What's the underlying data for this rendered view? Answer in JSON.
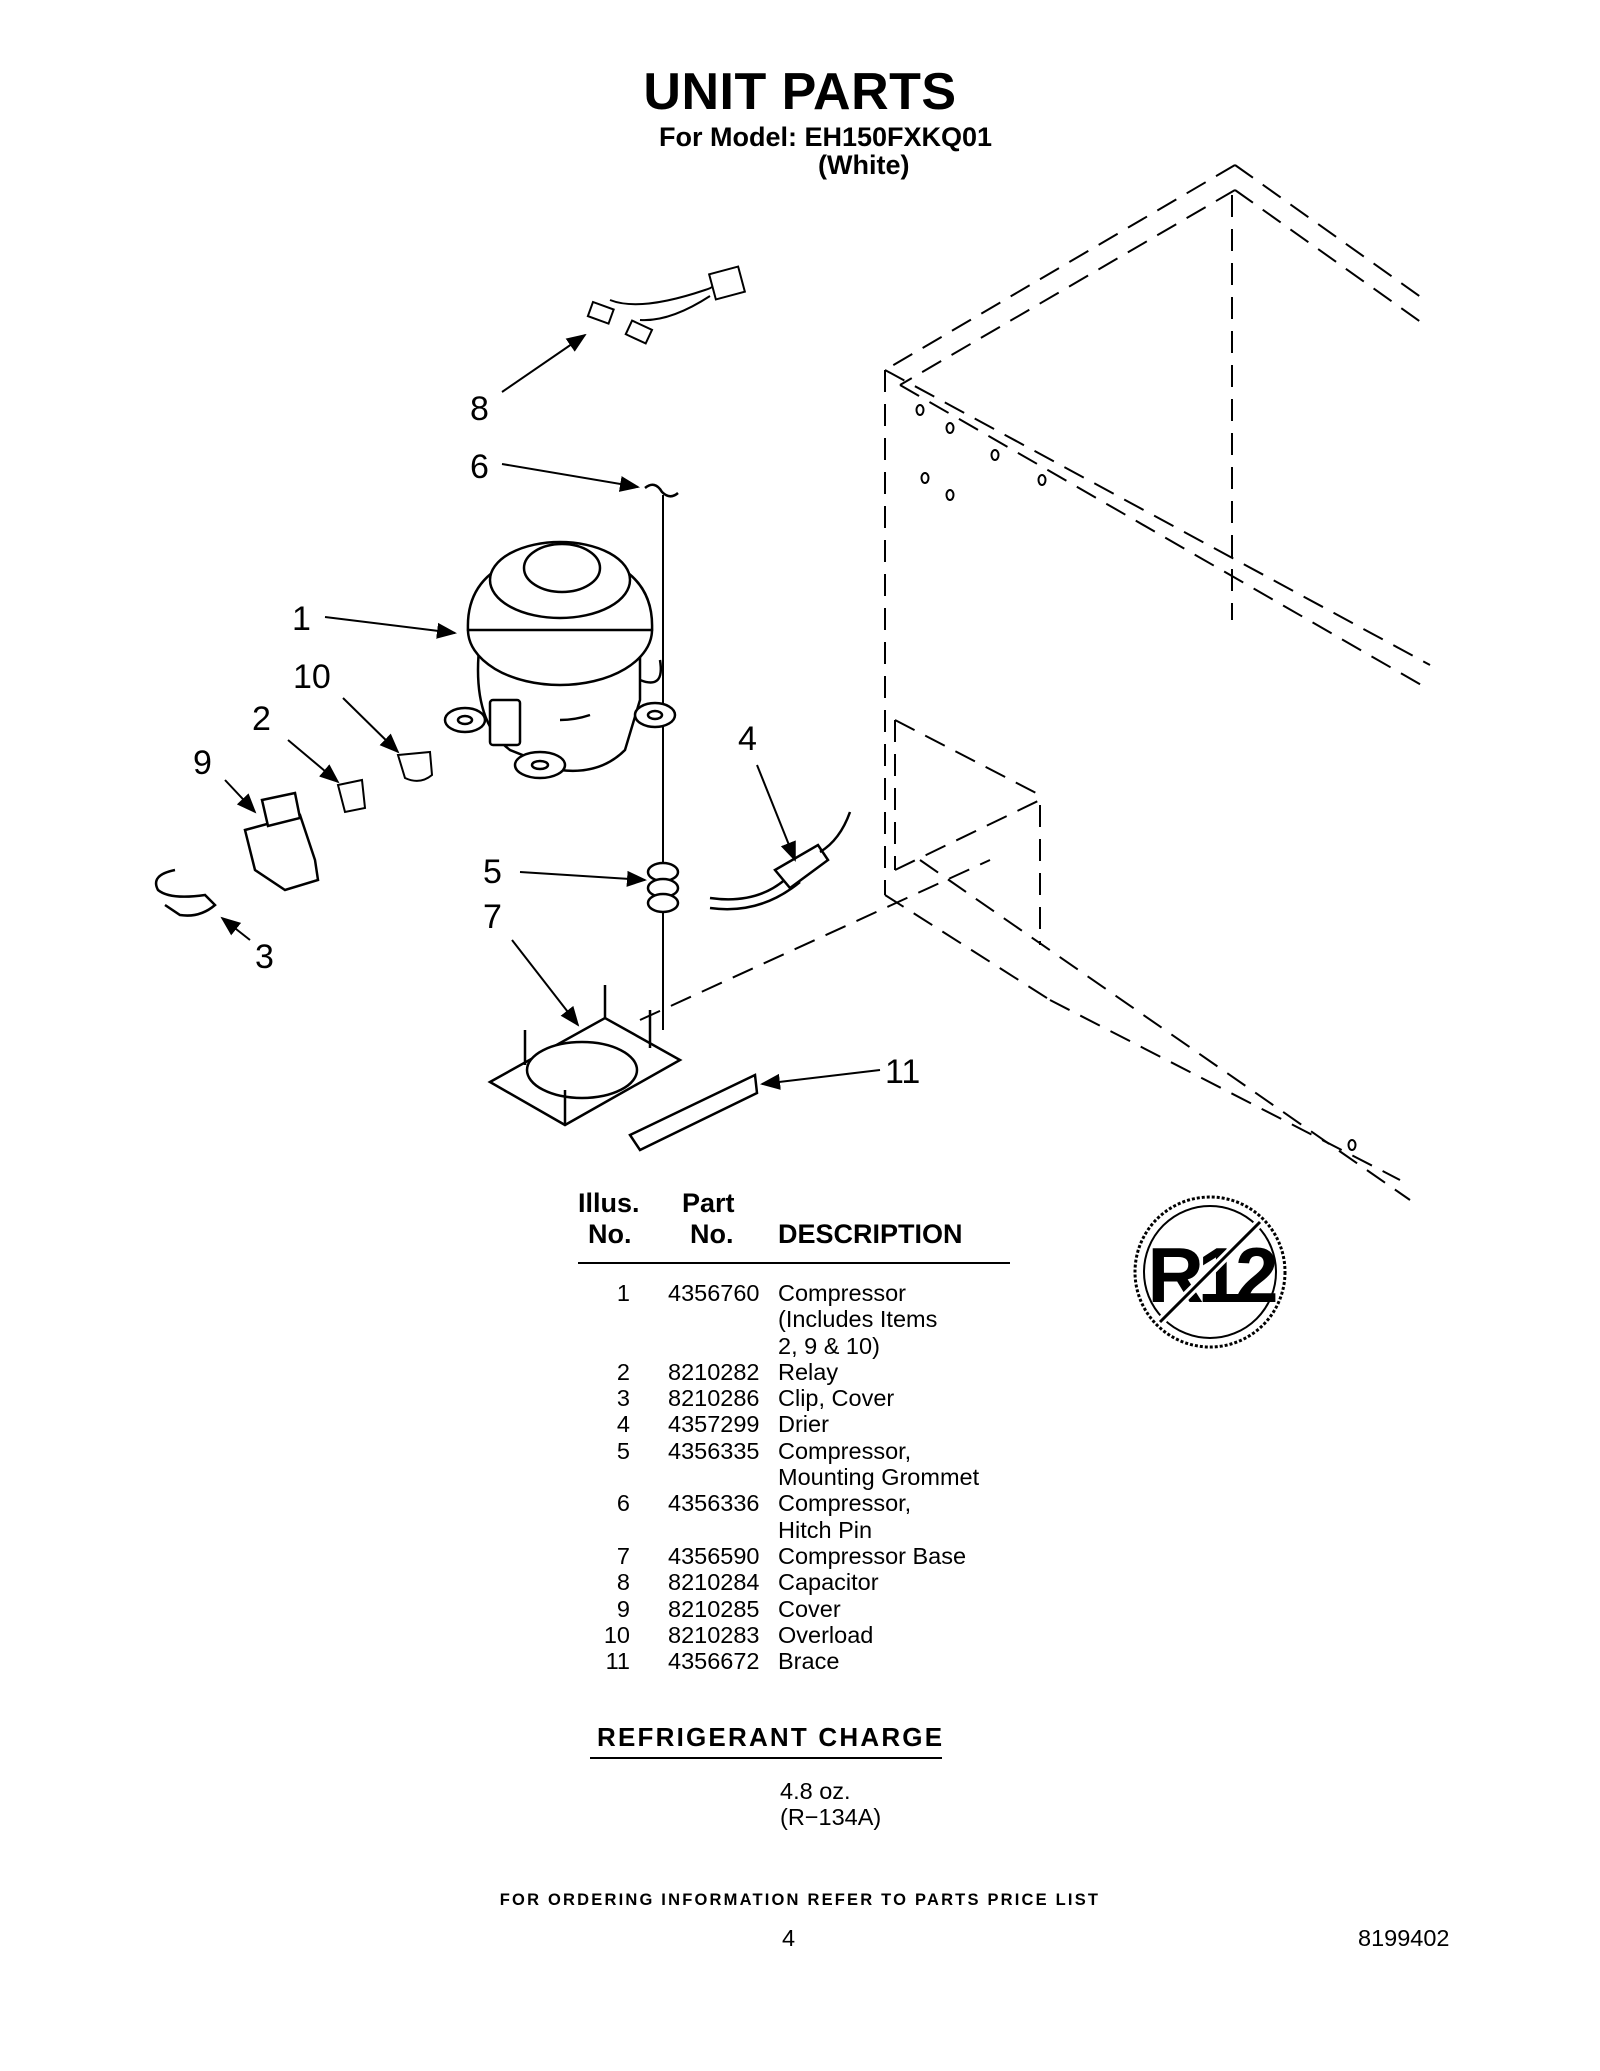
{
  "header": {
    "title": "UNIT PARTS",
    "model_line": "For Model: EH150FXKQ01",
    "color_line": "(White)"
  },
  "diagram": {
    "callouts": [
      "1",
      "2",
      "3",
      "4",
      "5",
      "6",
      "7",
      "8",
      "9",
      "10",
      "11"
    ]
  },
  "parts_table": {
    "headers": {
      "illus_line1": "Illus.",
      "illus_line2": "No.",
      "part_line1": "Part",
      "part_line2": "No.",
      "description": "DESCRIPTION"
    },
    "rows": [
      {
        "illus_no": "1",
        "part_no": "4356760",
        "description_lines": [
          "Compressor",
          "(Includes Items",
          "2, 9 & 10)"
        ]
      },
      {
        "illus_no": "2",
        "part_no": "8210282",
        "description_lines": [
          "Relay"
        ]
      },
      {
        "illus_no": "3",
        "part_no": "8210286",
        "description_lines": [
          "Clip, Cover"
        ]
      },
      {
        "illus_no": "4",
        "part_no": "4357299",
        "description_lines": [
          "Drier"
        ]
      },
      {
        "illus_no": "5",
        "part_no": "4356335",
        "description_lines": [
          "Compressor,",
          "Mounting Grommet"
        ]
      },
      {
        "illus_no": "6",
        "part_no": "4356336",
        "description_lines": [
          "Compressor,",
          "Hitch Pin"
        ]
      },
      {
        "illus_no": "7",
        "part_no": "4356590",
        "description_lines": [
          "Compressor Base"
        ]
      },
      {
        "illus_no": "8",
        "part_no": "8210284",
        "description_lines": [
          "Capacitor"
        ]
      },
      {
        "illus_no": "9",
        "part_no": "8210285",
        "description_lines": [
          "Cover"
        ]
      },
      {
        "illus_no": "10",
        "part_no": "8210283",
        "description_lines": [
          "Overload"
        ]
      },
      {
        "illus_no": "11",
        "part_no": "4356672",
        "description_lines": [
          "Brace"
        ]
      }
    ]
  },
  "refrigerant": {
    "title": "REFRIGERANT CHARGE",
    "amount": "4.8 oz.",
    "type": "(R−134A)"
  },
  "badge": {
    "text": "R12"
  },
  "footer": {
    "ordering_note": "FOR ORDERING INFORMATION REFER TO PARTS PRICE LIST",
    "page_number": "4",
    "document_number": "8199402"
  }
}
